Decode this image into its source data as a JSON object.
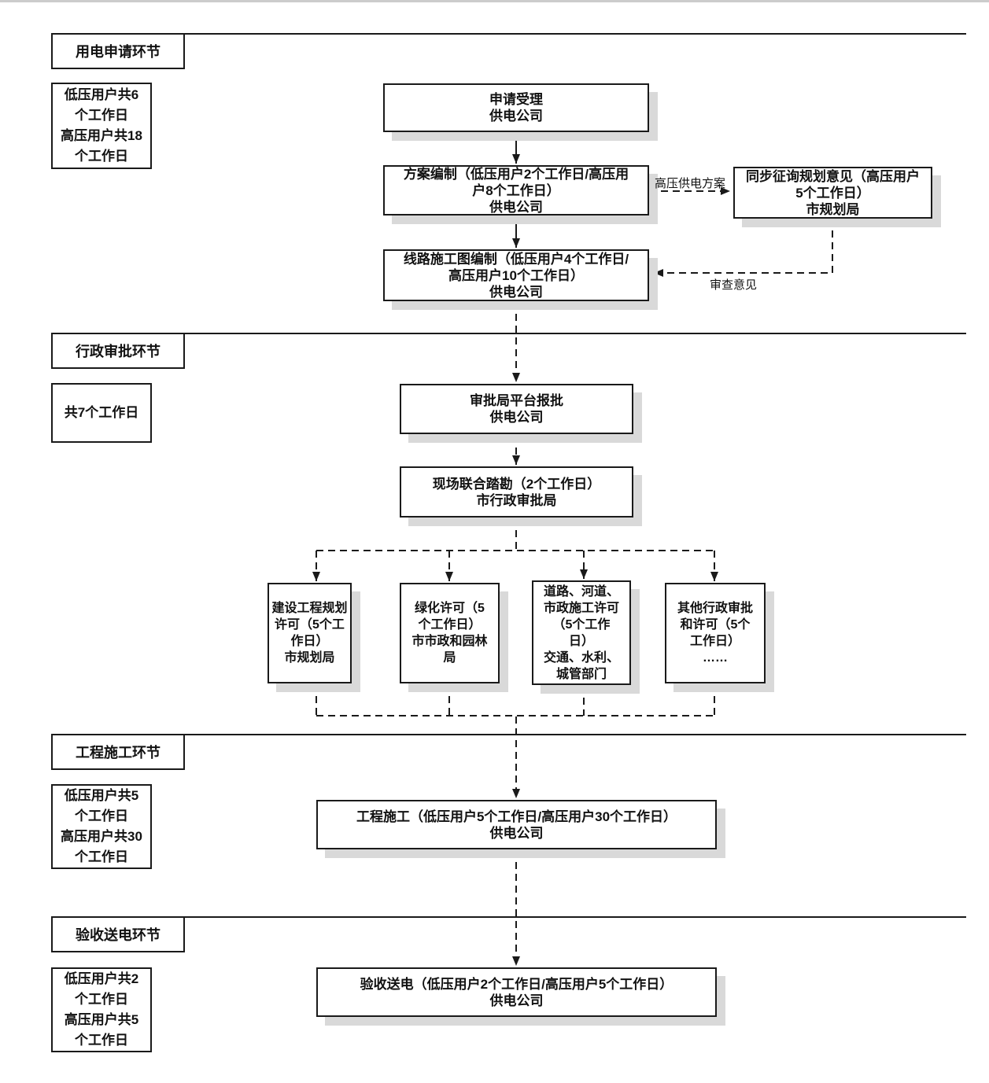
{
  "colors": {
    "line": "#1a1a1a",
    "box_shadow": "#d9d9d9",
    "background": "#ffffff"
  },
  "sections": [
    {
      "label": "用电申请环节",
      "duration": "低压用户共6\n个工作日\n高压用户共18\n个工作日"
    },
    {
      "label": "行政审批环节",
      "duration": "共7个工作日"
    },
    {
      "label": "工程施工环节",
      "duration": "低压用户共5\n个工作日\n高压用户共30\n个工作日"
    },
    {
      "label": "验收送电环节",
      "duration": "低压用户共2\n个工作日\n高压用户共5\n个工作日"
    }
  ],
  "nodes": {
    "apply": "申请受理\n供电公司",
    "plan": "方案编制（低压用户2个工作日/高压用\n户8个工作日）\n供电公司",
    "consult": "同步征询规划意见（高压用户\n5个工作日）\n市规划局",
    "drawing": "线路施工图编制（低压用户4个工作日/\n高压用户10个工作日）\n供电公司",
    "submit": "审批局平台报批\n供电公司",
    "survey": "现场联合踏勘（2个工作日）\n市行政审批局",
    "permit_planning": "建设工程规划\n许可（5个工\n作日）\n市规划局",
    "permit_greening": "绿化许可（5\n个工作日）\n市市政和园林\n局",
    "permit_road": "道路、河道、\n市政施工许可\n（5个工作\n日）\n交通、水利、\n城管部门",
    "permit_other": "其他行政审批\n和许可（5个\n工作日）\n……",
    "construction": "工程施工（低压用户5个工作日/高压用户30个工作日）\n供电公司",
    "acceptance": "验收送电（低压用户2个工作日/高压用户5个工作日）\n供电公司"
  },
  "edge_labels": {
    "hv_plan": "高压供电方案",
    "review": "审查意见"
  }
}
